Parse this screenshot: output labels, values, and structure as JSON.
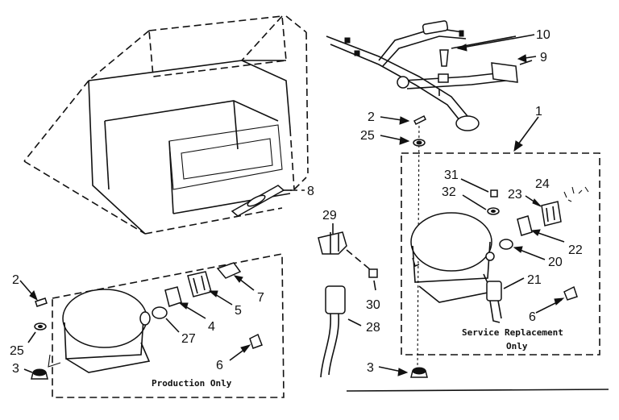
{
  "labels": {
    "p1": "1",
    "p2a": "2",
    "p2b": "2",
    "p3a": "3",
    "p3b": "3",
    "p4": "4",
    "p5": "5",
    "p6a": "6",
    "p6b": "6",
    "p7": "7",
    "p8": "8",
    "p9": "9",
    "p10": "10",
    "p20": "20",
    "p21": "21",
    "p22": "22",
    "p23": "23",
    "p24": "24",
    "p25a": "25",
    "p25b": "25",
    "p27": "27",
    "p28": "28",
    "p29": "29",
    "p30": "30",
    "p31": "31",
    "p32": "32"
  },
  "captions": {
    "production": "Production Only",
    "service_line1": "Service Replacement",
    "service_line2": "Only"
  }
}
